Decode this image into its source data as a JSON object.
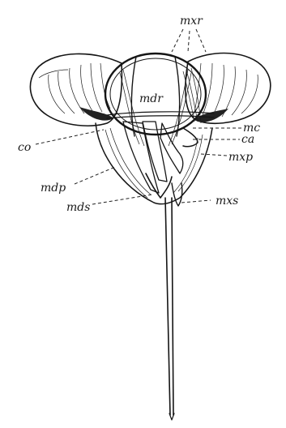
{
  "labels": {
    "mxr": "mxr",
    "mdr": "mdr",
    "mc": "mc",
    "ca": "ca",
    "co": "co",
    "mxp": "mxp",
    "mdp": "mdp",
    "mds": "mds",
    "mxs": "mxs"
  }
}
